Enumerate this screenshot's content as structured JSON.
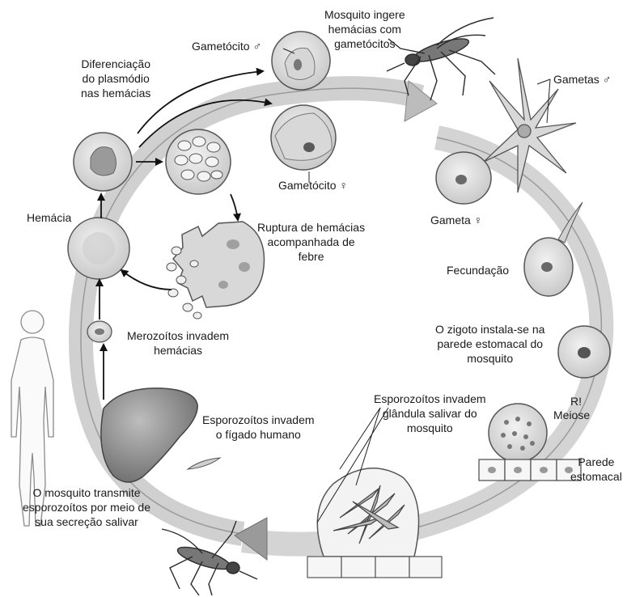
{
  "labels": {
    "mosquito_ingests": [
      "Mosquito ingere",
      "hemácias com",
      "gametócitos"
    ],
    "gametocyte_male": "Gametócito ♂",
    "differentiation": [
      "Diferenciação",
      "do plasmódio",
      "nas hemácias"
    ],
    "gametes_male": "Gametas ♂",
    "hemacia": "Hemácia",
    "gametocyte_female": "Gametócito ♀",
    "rupture": [
      "Ruptura de hemácias",
      "acompanhada de",
      "febre"
    ],
    "gamete_female": "Gameta ♀",
    "fertilization": "Fecundação",
    "merozoites": [
      "Merozoítos invadem",
      "hemácias"
    ],
    "zygote": [
      "O zigoto instala-se na",
      "parede estomacal do",
      "mosquito"
    ],
    "sporozoites_gland": [
      "Esporozoítos invadem",
      "glândula salivar do",
      "mosquito"
    ],
    "r_mark": "R!",
    "meiosis": "Meiose",
    "sporozoites_liver": [
      "Esporozoítos invadem",
      "o fígado humano"
    ],
    "stomach_wall": [
      "Parede",
      "estomacal"
    ],
    "transmission": [
      "O mosquito transmite",
      "esporozoítos por meio de",
      "sua secreção salivar"
    ]
  },
  "colors": {
    "ring": "#c8c8c8",
    "ring_dark": "#8c8c8c",
    "cell_fill": "#e6e6e6",
    "cell_edge": "#5a5a5a",
    "nucleus": "#7a7a7a",
    "liver": "#8f8f8f",
    "text": "#1a1a1a"
  },
  "icons": [
    "human-silhouette-icon",
    "mosquito-icon",
    "mosquito-icon"
  ]
}
